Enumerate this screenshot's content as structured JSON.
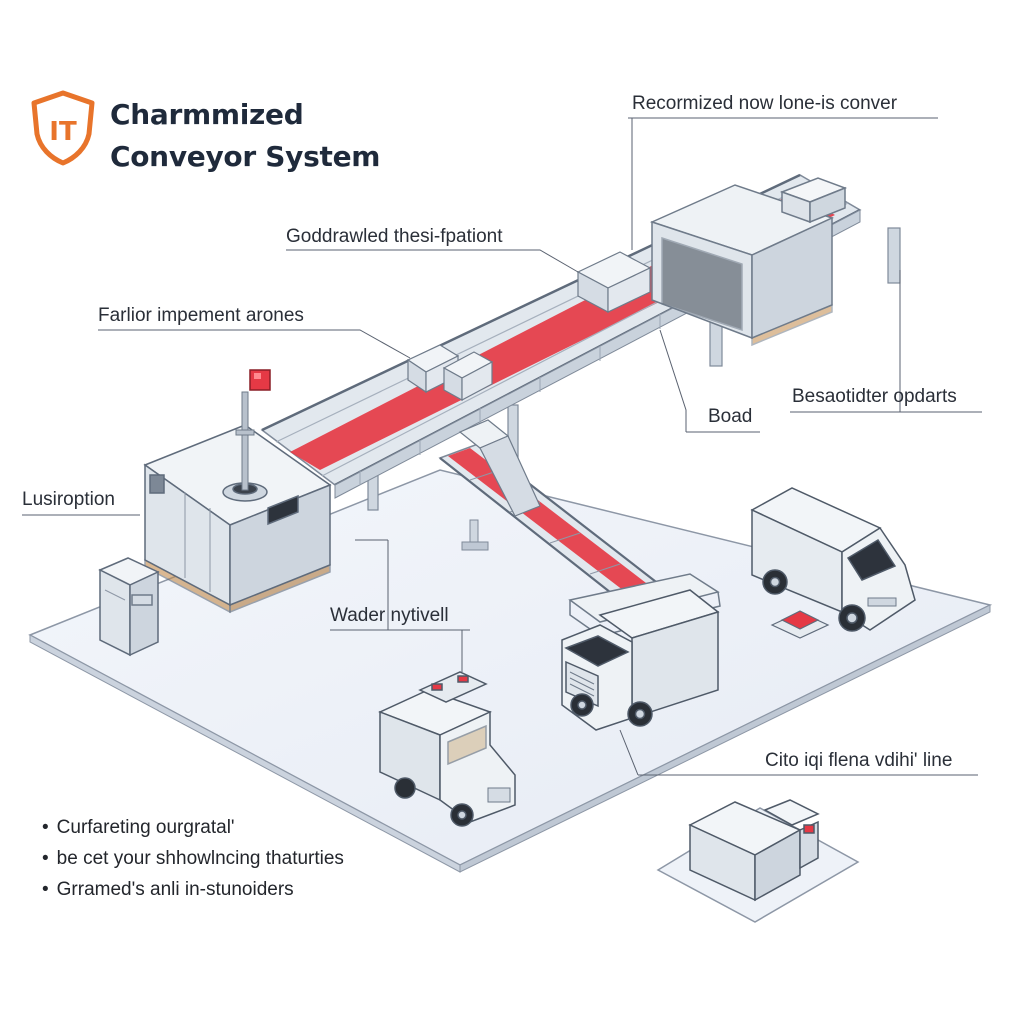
{
  "brand": {
    "logo_text": "IT",
    "title_line1": "Charmmized",
    "title_line2": "Conveyor System"
  },
  "callouts": {
    "top_right": "Recormized now lone-is conver",
    "upper_middle": "Goddrawled thesi-fpationt",
    "left_upper": "Farlior impement arones",
    "right_middle": "Besaotidter opdarts",
    "board": "Boad",
    "left_middle": "Lusiroption",
    "middle": "Wader nytivell",
    "bottom_right": "Cito iqi flena vdihi' line"
  },
  "bullets": [
    "Curfareting ourgratal'",
    "be cet your shhowlncing thaturties",
    "Grramed's anli in-stunoiders"
  ],
  "colors": {
    "belt_red": "#e53945",
    "accent_orange": "#e8742b",
    "title_navy": "#1f2a3b",
    "machine_fill": "#e9eef0",
    "floor_fill": "#eef2f8"
  },
  "icons": {
    "logo": "shield-logo-icon",
    "beacon": "warning-beacon-icon"
  }
}
